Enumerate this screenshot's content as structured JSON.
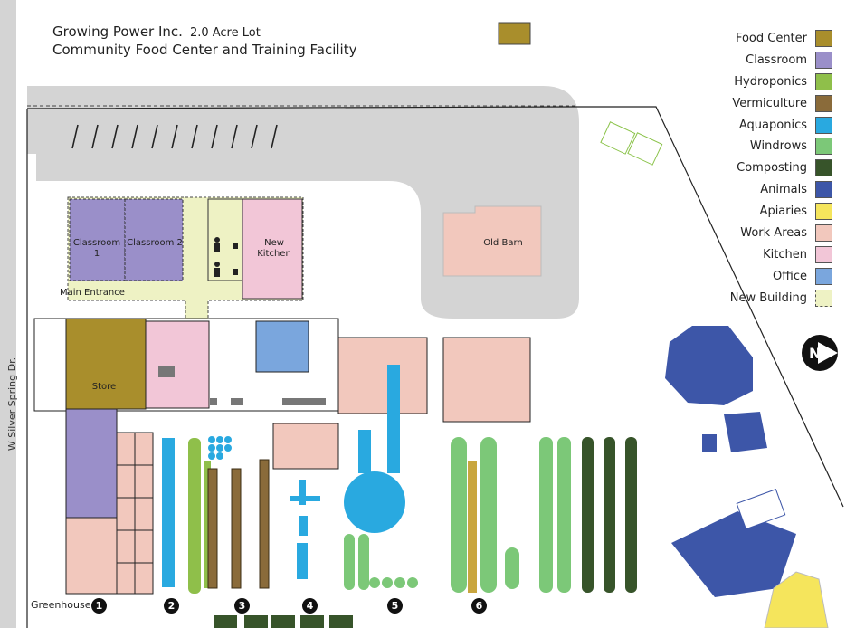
{
  "title": {
    "org": "Growing Power Inc.",
    "lot": "2.0 Acre Lot",
    "subtitle": "Community Food Center and Training Facility"
  },
  "street": "W Silver Spring Dr.",
  "legend": [
    {
      "label": "Food Center",
      "color": "#a98e2c",
      "icon": "solid-swatch"
    },
    {
      "label": "Classroom",
      "color": "#9a8fc9",
      "icon": "solid-swatch"
    },
    {
      "label": "Hydroponics",
      "color": "#8fbf4a",
      "icon": "solid-swatch"
    },
    {
      "label": "Vermiculture",
      "color": "#8a6b3a",
      "icon": "worm-icon"
    },
    {
      "label": "Aquaponics",
      "color": "#29a9e0",
      "icon": "fish-icon"
    },
    {
      "label": "Windrows",
      "color": "#7cc878",
      "icon": "worm-icon"
    },
    {
      "label": "Composting",
      "color": "#37542a",
      "icon": "solid-swatch"
    },
    {
      "label": "Animals",
      "color": "#3d56a8",
      "icon": "goat-icon"
    },
    {
      "label": "Apiaries",
      "color": "#f5e55c",
      "icon": "bee-icon"
    },
    {
      "label": "Work Areas",
      "color": "#f2c8bd",
      "icon": "solid-swatch"
    },
    {
      "label": "Kitchen",
      "color": "#f2c6d7",
      "icon": "solid-swatch"
    },
    {
      "label": "Office",
      "color": "#7aa6dd",
      "icon": "solid-swatch"
    },
    {
      "label": "New Building",
      "color": "#eef2c4",
      "icon": "dashed-swatch"
    }
  ],
  "areas": {
    "classroom1": "Classroom 1",
    "classroom2": "Classroom 2",
    "new_kitchen": "New Kitchen",
    "old_barn": "Old Barn",
    "store": "Store",
    "main_entrance": "Main Entrance",
    "greenhouse": "Greenhouse"
  },
  "greenhouses": [
    "1",
    "2",
    "3",
    "4",
    "5",
    "6"
  ],
  "north": "N",
  "colors": {
    "road": "#d4d4d4",
    "food_center": "#a98e2c",
    "classroom": "#9a8fc9",
    "hydro": "#8fbf4a",
    "verm": "#8a6b3a",
    "aqua": "#29a9e0",
    "windrow": "#7cc878",
    "compost": "#37542a",
    "animals": "#3d56a8",
    "apiary": "#f5e55c",
    "work": "#f2c8bd",
    "kitchen": "#f2c6d7",
    "office": "#7aa6dd",
    "newbuild": "#eef2c4"
  }
}
